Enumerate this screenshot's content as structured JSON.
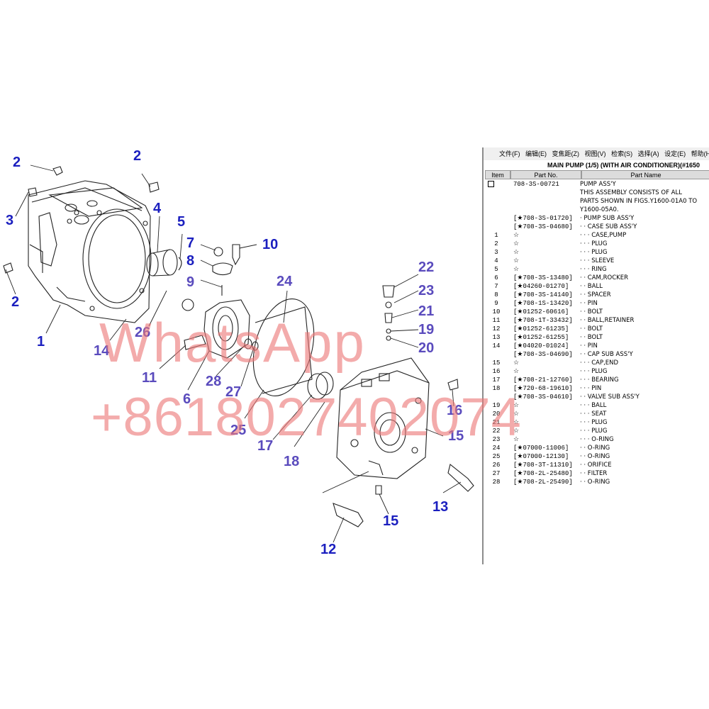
{
  "menu": [
    "文件(F)",
    "编辑(E)",
    "变焦距(Z)",
    "视图(V)",
    "检索(S)",
    "选择(A)",
    "设定(E)",
    "帮助(H)"
  ],
  "list_title": "MAIN PUMP (1/5) (WITH AIR CONDITIONER)(#1650",
  "columns": {
    "item": "Item",
    "part_no": "Part No.",
    "part_name": "Part Name"
  },
  "rows": [
    {
      "item": "",
      "part_no": "708-3S-00721",
      "name": "PUMP ASS'Y",
      "marker": true
    },
    {
      "item": "",
      "part_no": "",
      "name": "THIS ASSEMBLY CONSISTS OF ALL"
    },
    {
      "item": "",
      "part_no": "",
      "name": "PARTS SHOWN IN FIGS.Y1600-01A0 TO"
    },
    {
      "item": "",
      "part_no": "",
      "name": "Y1600-05A0."
    },
    {
      "item": "",
      "part_no": "[★708-3S-01720]",
      "name": "· PUMP SUB ASS'Y"
    },
    {
      "item": "",
      "part_no": "[★708-3S-04680]",
      "name": "· · CASE SUB ASS'Y"
    },
    {
      "item": "1",
      "part_no": "☆",
      "name": "· · · CASE,PUMP"
    },
    {
      "item": "2",
      "part_no": "☆",
      "name": "· · · PLUG"
    },
    {
      "item": "3",
      "part_no": "☆",
      "name": "· · · PLUG"
    },
    {
      "item": "4",
      "part_no": "☆",
      "name": "· · · SLEEVE"
    },
    {
      "item": "5",
      "part_no": "☆",
      "name": "· · · RING"
    },
    {
      "item": "6",
      "part_no": "[★708-3S-13480]",
      "name": "· · CAM,ROCKER"
    },
    {
      "item": "7",
      "part_no": "[★04260-01270]",
      "name": "· · BALL"
    },
    {
      "item": "8",
      "part_no": "[★708-3S-14140]",
      "name": "· · SPACER"
    },
    {
      "item": "9",
      "part_no": "[★708-1S-13420]",
      "name": "· · PIN"
    },
    {
      "item": "10",
      "part_no": "[★01252-60616]",
      "name": "· · BOLT"
    },
    {
      "item": "11",
      "part_no": "[★708-1T-33432]",
      "name": "· · BALL,RETAINER"
    },
    {
      "item": "12",
      "part_no": "[★01252-61235]",
      "name": "· · BOLT"
    },
    {
      "item": "13",
      "part_no": "[★01252-61255]",
      "name": "· · BOLT"
    },
    {
      "item": "14",
      "part_no": "[★04020-01024]",
      "name": "· · PIN"
    },
    {
      "item": "",
      "part_no": "[★708-3S-04690]",
      "name": "· · CAP SUB ASS'Y"
    },
    {
      "item": "15",
      "part_no": "☆",
      "name": "· · · CAP,END"
    },
    {
      "item": "16",
      "part_no": "☆",
      "name": "· · · PLUG"
    },
    {
      "item": "17",
      "part_no": "[★708-21-12760]",
      "name": "· · · BEARING"
    },
    {
      "item": "18",
      "part_no": "[★720-68-19610]",
      "name": "· · · PIN"
    },
    {
      "item": "",
      "part_no": "[★708-3S-04610]",
      "name": "· · VALVE SUB ASS'Y"
    },
    {
      "item": "19",
      "part_no": "☆",
      "name": "· · · BALL"
    },
    {
      "item": "20",
      "part_no": "☆",
      "name": "· · · SEAT"
    },
    {
      "item": "21",
      "part_no": "☆",
      "name": "· · · PLUG"
    },
    {
      "item": "22",
      "part_no": "☆",
      "name": "· · · PLUG"
    },
    {
      "item": "23",
      "part_no": "☆",
      "name": "· · · O-RING"
    },
    {
      "item": "24",
      "part_no": "[★07000-11006]",
      "name": "· · O-RING"
    },
    {
      "item": "25",
      "part_no": "[★07000-12130]",
      "name": "· · O-RING"
    },
    {
      "item": "26",
      "part_no": "[★708-3T-11310]",
      "name": "· · ORIFICE"
    },
    {
      "item": "27",
      "part_no": "[★708-2L-25480]",
      "name": "· · FILTER"
    },
    {
      "item": "28",
      "part_no": "[★708-2L-25490]",
      "name": "· · O-RING"
    }
  ],
  "callouts": {
    "c1": "1",
    "c2a": "2",
    "c2b": "2",
    "c2c": "2",
    "c3": "3",
    "c4": "4",
    "c5": "5",
    "c6": "6",
    "c7": "7",
    "c8": "8",
    "c9": "9",
    "c10": "10",
    "c11": "11",
    "c12": "12",
    "c13": "13",
    "c14": "14",
    "c15a": "15",
    "c15b": "15",
    "c16": "16",
    "c17": "17",
    "c18": "18",
    "c19": "19",
    "c20": "20",
    "c21": "21",
    "c22": "22",
    "c23": "23",
    "c24": "24",
    "c25": "25",
    "c26": "26",
    "c27": "27",
    "c28": "28"
  },
  "watermark": {
    "line1": "WhatsApp",
    "line2": "+8618027402074",
    "color": "#ec7878"
  }
}
